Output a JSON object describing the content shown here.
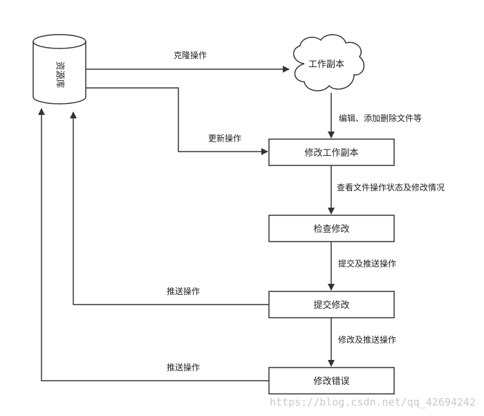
{
  "nodes": {
    "repository": "资源库",
    "working_copy": "工作副本",
    "modify_working_copy": "修改工作副本",
    "check_changes": "检查修改",
    "commit_changes": "提交修改",
    "fix_errors": "修改错误"
  },
  "edges": {
    "clone": "克隆操作",
    "edit": "编辑、添加删除文件等",
    "update": "更新操作",
    "view_status": "查看文件操作状态及修改情况",
    "commit_push": "提交及推送操作",
    "push_from_commit": "推送操作",
    "modify_push": "修改及推送操作",
    "push_from_fix": "推送操作"
  },
  "watermark": "https://blog.csdn.net/qq_42694242"
}
